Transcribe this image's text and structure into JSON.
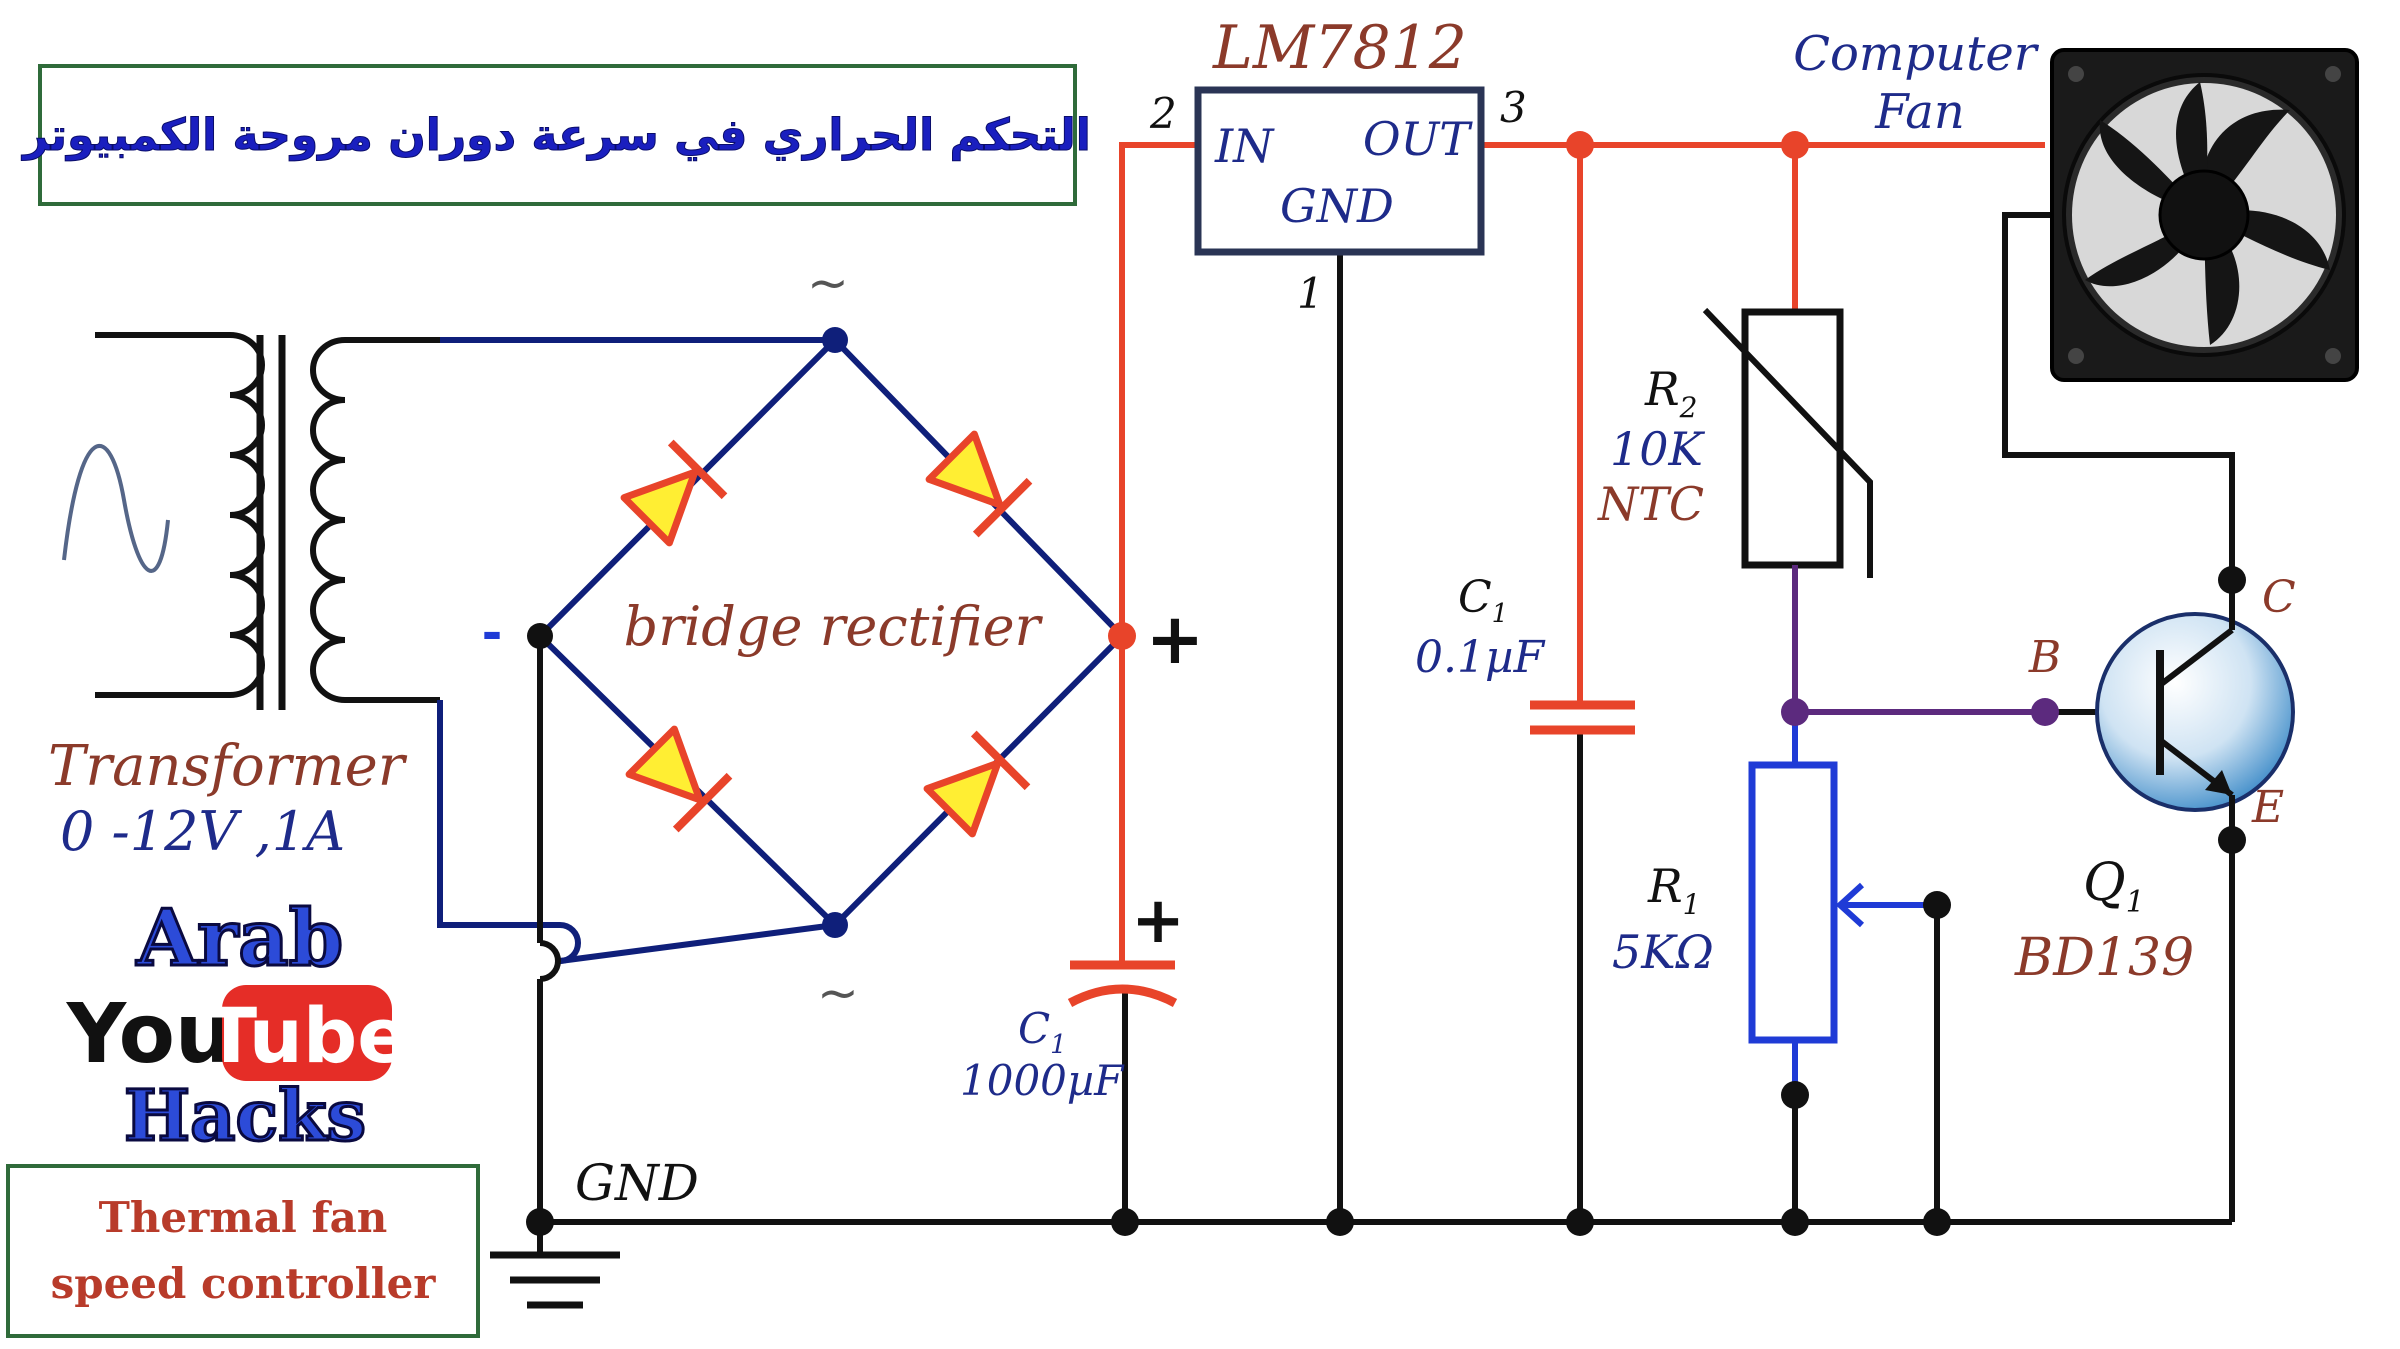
{
  "title_ar": "التحكم الحراري في سرعة دوران مروحة الكمبيوتر",
  "footer_title": {
    "line1": "Thermal fan",
    "line2": "speed controller"
  },
  "logo": {
    "word1": "Arab",
    "word2a": "You",
    "word2b": "Tube",
    "word3": "Hacks"
  },
  "transformer": {
    "name": "Transformer",
    "rating": "0 -12V ,1A"
  },
  "bridge": {
    "label": "bridge rectifier",
    "ac_symbol": "~",
    "minus": "-",
    "plus": "+"
  },
  "regulator": {
    "name": "LM7812",
    "in": "IN",
    "out": "OUT",
    "gnd": "GND",
    "pin_in": "2",
    "pin_out": "3",
    "pin_gnd": "1"
  },
  "c_big": {
    "name": "C",
    "sub": "1",
    "value": "1000µF",
    "plus": "+"
  },
  "c_small": {
    "name": "C",
    "sub": "1",
    "value": "0.1µF"
  },
  "r2": {
    "name": "R",
    "sub": "2",
    "value": "10K",
    "type": "NTC"
  },
  "r1": {
    "name": "R",
    "sub": "1",
    "value": "5KΩ"
  },
  "q1": {
    "name": "Q",
    "sub": "1",
    "part": "BD139",
    "b": "B",
    "c": "C",
    "e": "E"
  },
  "fan": {
    "line1": "Computer",
    "line2": "Fan"
  },
  "gnd_label": "GND",
  "colors": {
    "red": "#e8442a",
    "navy": "#0f1f7a",
    "black": "#111111",
    "purple": "#5c2a7e",
    "blue": "#1f3bd6",
    "brown": "#8b3a2a",
    "diode_fill": "#ffee33"
  }
}
